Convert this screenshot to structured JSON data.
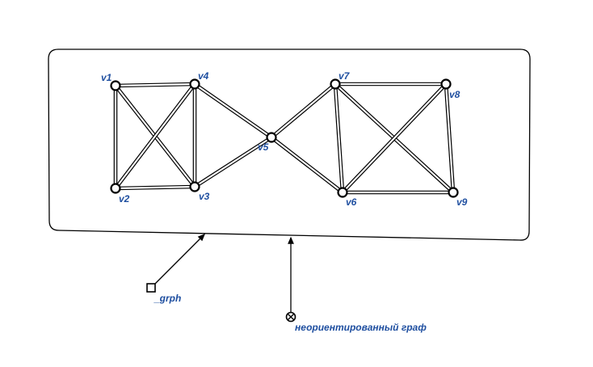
{
  "colors": {
    "label": "#1f4fa0",
    "stroke": "#000000",
    "background": "#ffffff"
  },
  "graph": {
    "vertices": [
      {
        "id": "v1",
        "label": "v1"
      },
      {
        "id": "v2",
        "label": "v2"
      },
      {
        "id": "v3",
        "label": "v3"
      },
      {
        "id": "v4",
        "label": "v4"
      },
      {
        "id": "v5",
        "label": "v5"
      },
      {
        "id": "v6",
        "label": "v6"
      },
      {
        "id": "v7",
        "label": "v7"
      },
      {
        "id": "v8",
        "label": "v8"
      },
      {
        "id": "v9",
        "label": "v9"
      }
    ],
    "edges": [
      [
        "v1",
        "v4"
      ],
      [
        "v1",
        "v2"
      ],
      [
        "v1",
        "v3"
      ],
      [
        "v4",
        "v2"
      ],
      [
        "v4",
        "v3"
      ],
      [
        "v2",
        "v3"
      ],
      [
        "v4",
        "v5"
      ],
      [
        "v3",
        "v5"
      ],
      [
        "v5",
        "v7"
      ],
      [
        "v5",
        "v6"
      ],
      [
        "v7",
        "v8"
      ],
      [
        "v7",
        "v6"
      ],
      [
        "v7",
        "v9"
      ],
      [
        "v8",
        "v6"
      ],
      [
        "v8",
        "v9"
      ],
      [
        "v6",
        "v9"
      ]
    ]
  },
  "annotations": {
    "grph_label": "_grph",
    "grph_icon": "square-icon",
    "concept_label": "неориентированный граф",
    "concept_icon": "circle-cross-icon"
  }
}
